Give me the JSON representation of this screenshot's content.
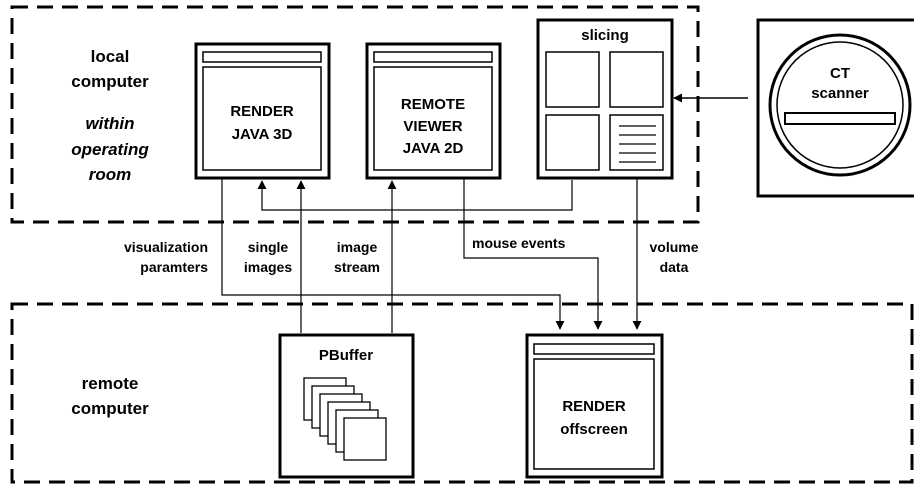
{
  "regions": {
    "local": {
      "line1": "local",
      "line2": "computer",
      "italic1": "within",
      "italic2": "operating",
      "italic3": "room"
    },
    "remote": {
      "line1": "remote",
      "line2": "computer"
    }
  },
  "windows": {
    "render_java3d": {
      "line1": "RENDER",
      "line2": "JAVA 3D"
    },
    "remote_viewer": {
      "line1": "REMOTE",
      "line2": "VIEWER",
      "line3": "JAVA 2D"
    },
    "slicing": {
      "title": "slicing"
    },
    "pbuffer": {
      "title": "PBuffer"
    },
    "render_offscreen": {
      "line1": "RENDER",
      "line2": "offscreen"
    }
  },
  "ct_scanner": {
    "line1": "CT",
    "line2": "scanner"
  },
  "annotations": {
    "visualization": {
      "line1": "visualization",
      "line2": "paramters"
    },
    "single_images": {
      "line1": "single",
      "line2": "images"
    },
    "image_stream": {
      "line1": "image",
      "line2": "stream"
    },
    "mouse_events": "mouse events",
    "volume_data": {
      "line1": "volume",
      "line2": "data"
    }
  }
}
